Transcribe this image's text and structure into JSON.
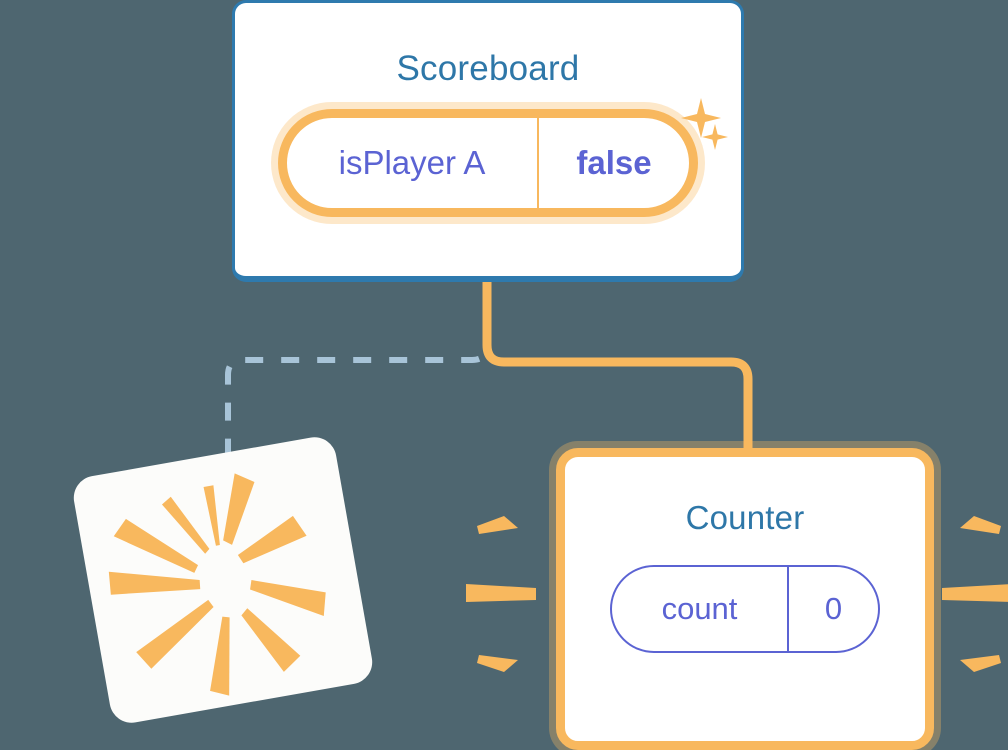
{
  "background_color": "#4e6670",
  "palette": {
    "accent_orange": "#f8b85e",
    "accent_orange_glow": "rgba(248,184,94,0.33)",
    "card_blue_border": "#2e7aae",
    "title_blue": "#2e77a8",
    "value_indigo": "#5b63d3",
    "card_white": "#ffffff",
    "dashed_connector": "#a8c4d8"
  },
  "scoreboard": {
    "title": "Scoreboard",
    "pill": {
      "key": "isPlayer A",
      "value": "false",
      "highlighted": true
    },
    "sparkles": [
      "sparkle-large",
      "sparkle-small"
    ]
  },
  "counter": {
    "title": "Counter",
    "highlighted": true,
    "pill": {
      "key": "count",
      "value": "0",
      "highlighted": false
    }
  },
  "ghost_card": {
    "label": "",
    "rotation_deg": -10,
    "burst_rays": 10
  },
  "connectors": [
    {
      "name": "scoreboard-to-ghost",
      "style": "dashed",
      "color": "#a8c4d8",
      "from": "scoreboard",
      "to": "ghost-card"
    },
    {
      "name": "scoreboard-to-counter",
      "style": "solid",
      "color": "#f8b85e",
      "from": "scoreboard",
      "to": "counter"
    }
  ]
}
